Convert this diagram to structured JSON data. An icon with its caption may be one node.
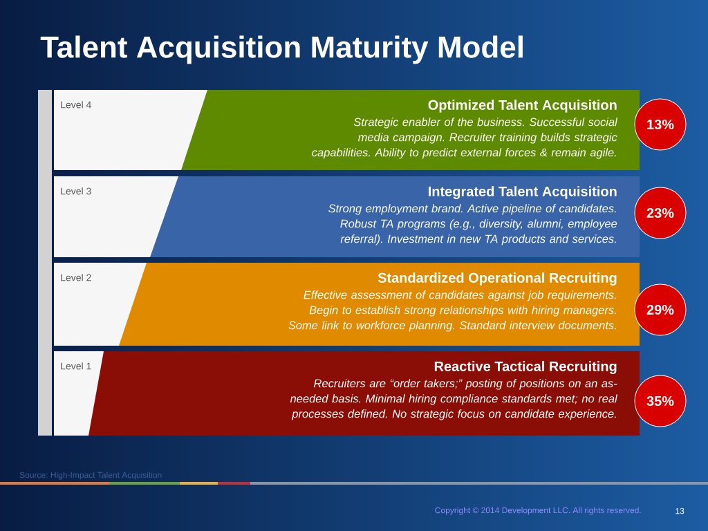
{
  "diagram": {
    "title": "Talent Acquisition Maturity Model",
    "nodes": [
      {
        "text": [
          "Level 4",
          "Optimized Talent Acquisition",
          "Strategic enabler of the business. Successful social media campaign. Recruiter training builds strategic capabilities. Ability to predict external forces & remain agile."
        ]
      },
      {
        "text": [
          "13%"
        ]
      },
      {
        "text": [
          "Level 3",
          "Integrated Talent Acquisition",
          "Strong employment brand. Active pipeline of candidates. Robust TA programs (e.g., diversity, alumni, employee referral). Investment in new TA products and services."
        ]
      },
      {
        "text": [
          "23%"
        ]
      },
      {
        "text": [
          "Level 2",
          "Standardized Operational Recruiting",
          "Effective assessment of candidates against job requirements. Begin to establish strong relationships with hiring managers. Some link to workforce planning. Standard interview documents."
        ]
      },
      {
        "text": [
          "29%"
        ]
      },
      {
        "text": [
          "Level 1",
          "Reactive Tactical Recruiting",
          "Recruiters are “order takers;” posting of positions on an as-needed basis. Minimal hiring compliance standards met; no real processes defined. No strategic focus on candidate experience."
        ]
      },
      {
        "text": [
          "35%"
        ]
      }
    ],
    "labels": [
      "Source: High-Impact Talent Acquisition",
      "Copyright © 2014 Development LLC. All rights reserved.",
      "13"
    ]
  }
}
